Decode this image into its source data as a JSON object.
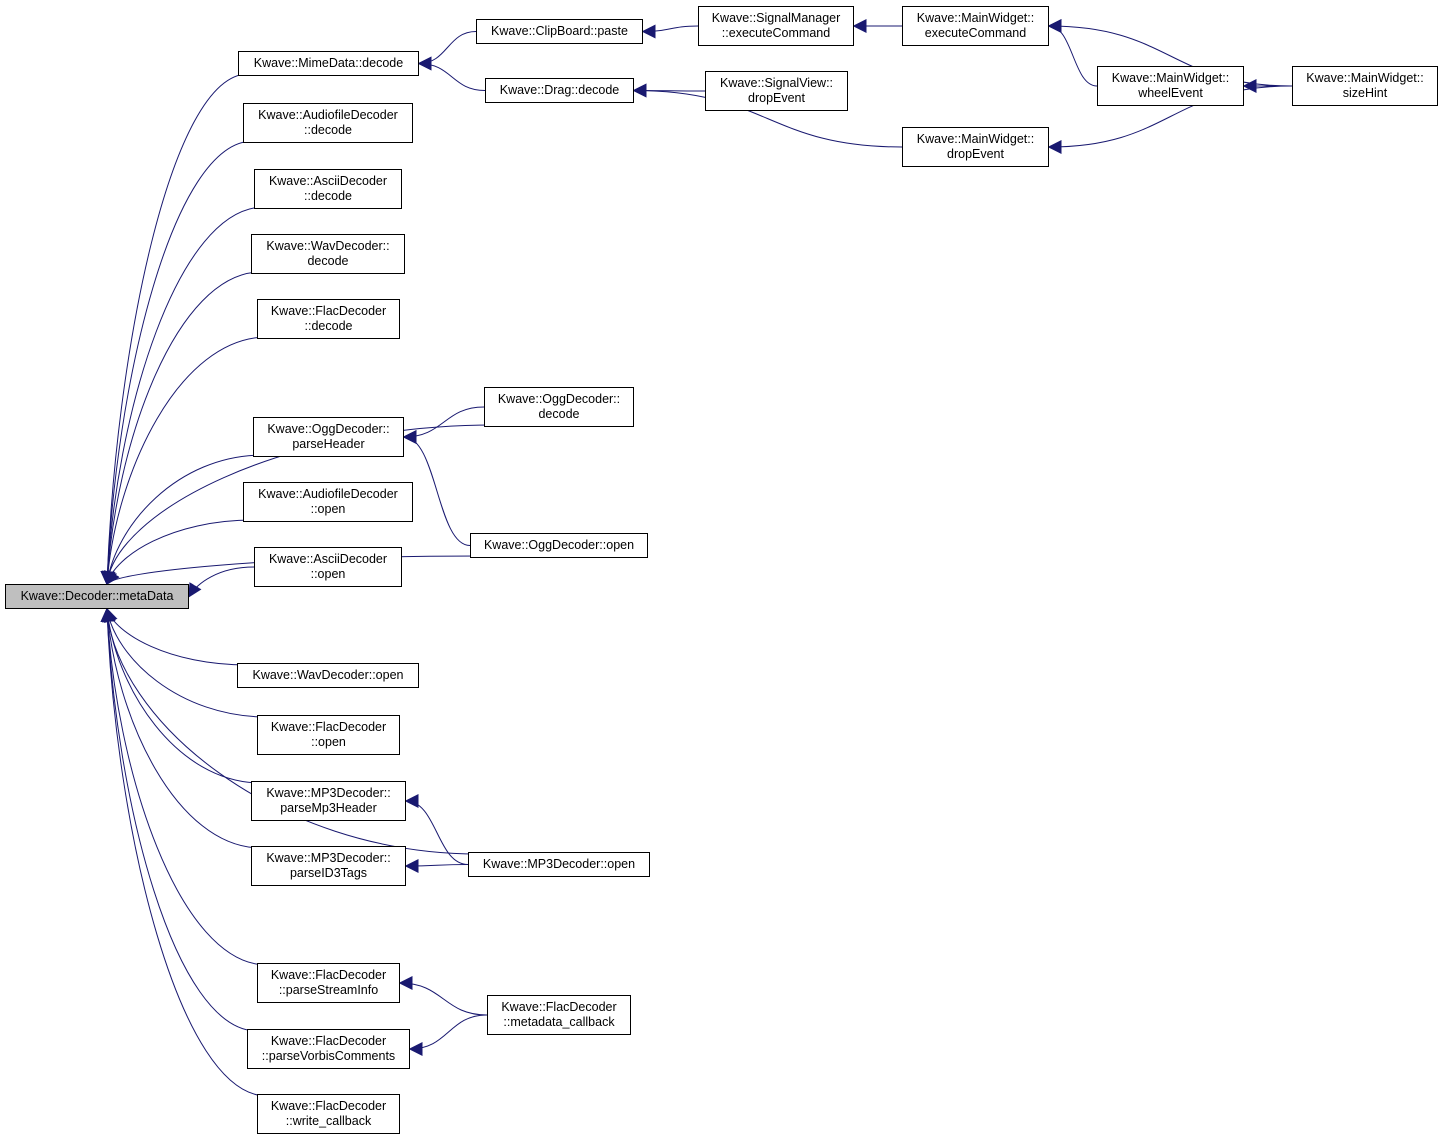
{
  "colors": {
    "edge": "#191970",
    "node_border": "#000000",
    "root_fill": "#bfbfbf",
    "node_fill": "#ffffff"
  },
  "nodes": {
    "root": {
      "lines": [
        "Kwave::Decoder::metaData"
      ]
    },
    "mime_decode": {
      "lines": [
        "Kwave::MimeData::decode"
      ]
    },
    "clipboard_paste": {
      "lines": [
        "Kwave::ClipBoard::paste"
      ]
    },
    "drag_decode": {
      "lines": [
        "Kwave::Drag::decode"
      ]
    },
    "signalmanager_exec": {
      "lines": [
        "Kwave::SignalManager",
        "::executeCommand"
      ]
    },
    "signalview_drop": {
      "lines": [
        "Kwave::SignalView::",
        "dropEvent"
      ]
    },
    "mainwidget_exec": {
      "lines": [
        "Kwave::MainWidget::",
        "executeCommand"
      ]
    },
    "mainwidget_wheel": {
      "lines": [
        "Kwave::MainWidget::",
        "wheelEvent"
      ]
    },
    "mainwidget_drop": {
      "lines": [
        "Kwave::MainWidget::",
        "dropEvent"
      ]
    },
    "mainwidget_size": {
      "lines": [
        "Kwave::MainWidget::",
        "sizeHint"
      ]
    },
    "audiofile_decode": {
      "lines": [
        "Kwave::AudiofileDecoder",
        "::decode"
      ]
    },
    "ascii_decode": {
      "lines": [
        "Kwave::AsciiDecoder",
        "::decode"
      ]
    },
    "wav_decode": {
      "lines": [
        "Kwave::WavDecoder::",
        "decode"
      ]
    },
    "flac_decode": {
      "lines": [
        "Kwave::FlacDecoder",
        "::decode"
      ]
    },
    "ogg_parseheader": {
      "lines": [
        "Kwave::OggDecoder::",
        "parseHeader"
      ]
    },
    "ogg_decode": {
      "lines": [
        "Kwave::OggDecoder::",
        "decode"
      ]
    },
    "audiofile_open": {
      "lines": [
        "Kwave::AudiofileDecoder",
        "::open"
      ]
    },
    "ogg_open": {
      "lines": [
        "Kwave::OggDecoder::open"
      ]
    },
    "ascii_open": {
      "lines": [
        "Kwave::AsciiDecoder",
        "::open"
      ]
    },
    "wav_open": {
      "lines": [
        "Kwave::WavDecoder::open"
      ]
    },
    "flac_open": {
      "lines": [
        "Kwave::FlacDecoder",
        "::open"
      ]
    },
    "mp3_parsemp3header": {
      "lines": [
        "Kwave::MP3Decoder::",
        "parseMp3Header"
      ]
    },
    "mp3_parseid3tags": {
      "lines": [
        "Kwave::MP3Decoder::",
        "parseID3Tags"
      ]
    },
    "mp3_open": {
      "lines": [
        "Kwave::MP3Decoder::open"
      ]
    },
    "flac_parsestreaminfo": {
      "lines": [
        "Kwave::FlacDecoder",
        "::parseStreamInfo"
      ]
    },
    "flac_metadata_cb": {
      "lines": [
        "Kwave::FlacDecoder",
        "::metadata_callback"
      ]
    },
    "flac_parsevorbis": {
      "lines": [
        "Kwave::FlacDecoder",
        "::parseVorbisComments"
      ]
    },
    "flac_write_cb": {
      "lines": [
        "Kwave::FlacDecoder",
        "::write_callback"
      ]
    }
  },
  "edges": [
    [
      "mime_decode",
      "root"
    ],
    [
      "audiofile_decode",
      "root"
    ],
    [
      "ascii_decode",
      "root"
    ],
    [
      "wav_decode",
      "root"
    ],
    [
      "flac_decode",
      "root"
    ],
    [
      "ogg_decode",
      "root"
    ],
    [
      "ogg_parseheader",
      "root"
    ],
    [
      "audiofile_open",
      "root"
    ],
    [
      "ascii_open",
      "root"
    ],
    [
      "ogg_open",
      "root"
    ],
    [
      "wav_open",
      "root"
    ],
    [
      "flac_open",
      "root"
    ],
    [
      "mp3_parsemp3header",
      "root"
    ],
    [
      "mp3_parseid3tags",
      "root"
    ],
    [
      "mp3_open",
      "root"
    ],
    [
      "flac_parsestreaminfo",
      "root"
    ],
    [
      "flac_parsevorbis",
      "root"
    ],
    [
      "flac_write_cb",
      "root"
    ],
    [
      "clipboard_paste",
      "mime_decode"
    ],
    [
      "drag_decode",
      "mime_decode"
    ],
    [
      "signalmanager_exec",
      "clipboard_paste"
    ],
    [
      "mainwidget_exec",
      "signalmanager_exec"
    ],
    [
      "signalview_drop",
      "drag_decode"
    ],
    [
      "mainwidget_drop",
      "drag_decode"
    ],
    [
      "mainwidget_wheel",
      "mainwidget_exec"
    ],
    [
      "mainwidget_size",
      "mainwidget_exec"
    ],
    [
      "mainwidget_size",
      "mainwidget_wheel"
    ],
    [
      "mainwidget_size",
      "mainwidget_drop"
    ],
    [
      "ogg_decode",
      "ogg_parseheader"
    ],
    [
      "ogg_open",
      "ogg_parseheader"
    ],
    [
      "mp3_open",
      "mp3_parsemp3header"
    ],
    [
      "mp3_open",
      "mp3_parseid3tags"
    ],
    [
      "flac_metadata_cb",
      "flac_parsestreaminfo"
    ],
    [
      "flac_metadata_cb",
      "flac_parsevorbis"
    ]
  ]
}
